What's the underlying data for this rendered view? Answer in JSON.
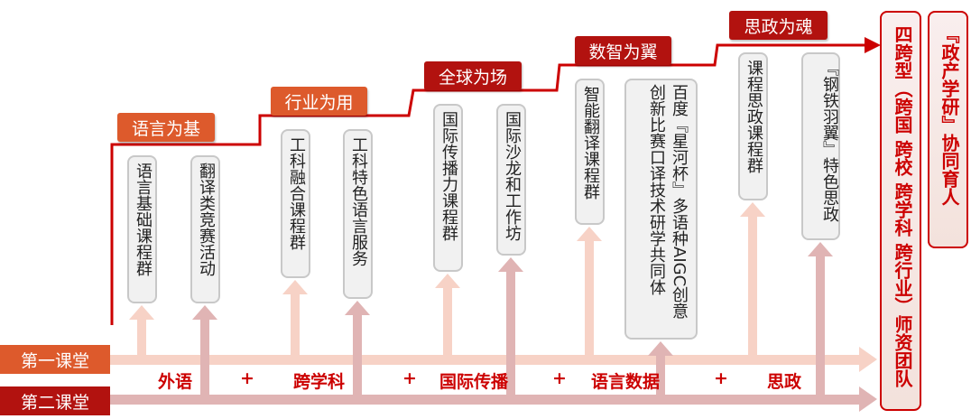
{
  "stages": [
    {
      "label": "语言为基",
      "color": "#dd5a2c"
    },
    {
      "label": "行业为用",
      "color": "#dd5a2c"
    },
    {
      "label": "全球为场",
      "color": "#b2120f"
    },
    {
      "label": "数智为翼",
      "color": "#b2120f"
    },
    {
      "label": "思政为魂",
      "color": "#b2120f"
    }
  ],
  "boxes": [
    "语言基础课程群",
    "翻译类竞赛活动",
    "工科融合课程群",
    "工科特色语言服务",
    "国际传播力课程群",
    "国际沙龙和工作坊",
    "智能翻译课程群",
    "百度『星河杯』多语种AIGC创意创新比赛口译技术研学共同体",
    "课程思政课程群",
    "『钢铁羽翼』特色思政"
  ],
  "classrooms": {
    "first": "第一课堂",
    "second": "第二课堂"
  },
  "fields": [
    "外语",
    "+",
    "跨学科",
    "+",
    "国际传播",
    "+",
    "语言数据",
    "+",
    "思政"
  ],
  "right": {
    "team": "四跨型（跨国 跨校 跨学科 跨行业）师资团队",
    "collab": "『政产学研』协同育人"
  }
}
